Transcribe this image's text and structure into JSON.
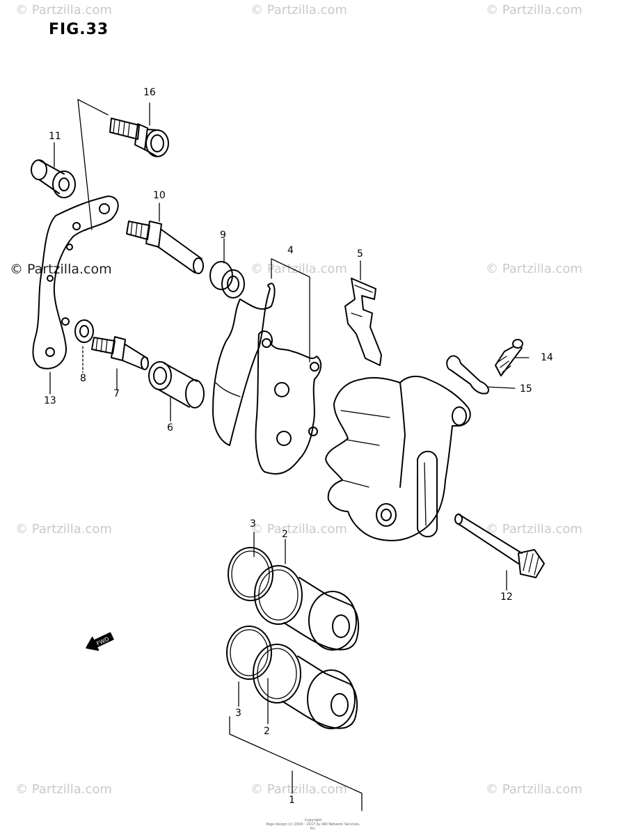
{
  "figure": {
    "title": "FIG.33"
  },
  "watermarks": [
    "© Partzilla.com",
    "© Partzilla.com",
    "© Partzilla.com",
    "© Partzilla.com",
    "© Partzilla.com",
    "© Partzilla.com",
    "© Partzilla.com",
    "© Partzilla.com",
    "© Partzilla.com",
    "© Partzilla.com",
    "© Partzilla.com",
    "© Partzilla.com"
  ],
  "callouts": {
    "p1": "1",
    "p2a": "2",
    "p2b": "2",
    "p3a": "3",
    "p3b": "3",
    "p4": "4",
    "p5": "5",
    "p6": "6",
    "p7": "7",
    "p8": "8",
    "p9": "9",
    "p10": "10",
    "p11": "11",
    "p12": "12",
    "p13": "13",
    "p14": "14",
    "p15": "15",
    "p16": "16"
  },
  "fwd_arrow": "FWD",
  "footer": {
    "line1": "Copyright",
    "line2": "Page design (c) 2004 - 2017 by ARI Network Services, Inc."
  }
}
